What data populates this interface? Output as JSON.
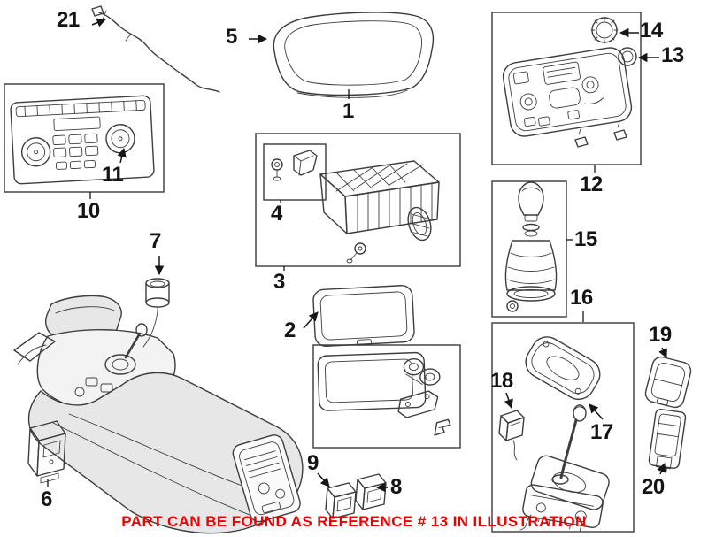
{
  "callouts": {
    "p1": "1",
    "p2": "2",
    "p3": "3",
    "p4": "4",
    "p5": "5",
    "p6": "6",
    "p7": "7",
    "p8": "8",
    "p9": "9",
    "p10": "10",
    "p11": "11",
    "p12": "12",
    "p13": "13",
    "p14": "14",
    "p15": "15",
    "p16": "16",
    "p17": "17",
    "p18": "18",
    "p19": "19",
    "p20": "20",
    "p21": "21"
  },
  "footer": {
    "text": "PART CAN BE FOUND AS REFERENCE # 13 IN ILLUSTRATION",
    "color": "#ef0000"
  },
  "colors": {
    "line": "#3d3d3d",
    "background": "#ffffff"
  }
}
